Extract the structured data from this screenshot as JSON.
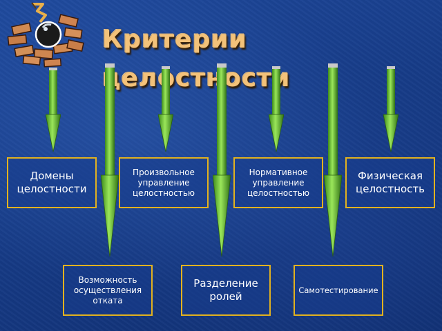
{
  "title": "Критерии целостности",
  "accent_colors": {
    "box_border": "#e3b21e",
    "arrow_green": "#7fd63a",
    "title_color": "#f3c27a",
    "background": "#173c88"
  },
  "logo": {
    "icon": "brick-wall-wrecking-ball-icon"
  },
  "criteria_top": [
    {
      "label": "Домены\nцелостности"
    },
    {
      "label": "Произвольное\nуправление\nцелостностью"
    },
    {
      "label": "Нормативное\nуправление\nцелостностью"
    },
    {
      "label": "Физическая\nцелостность"
    }
  ],
  "criteria_bottom": [
    {
      "label": "Возможность\nосуществления\nотката"
    },
    {
      "label": "Разделение\nролей"
    },
    {
      "label": "Самотестирование"
    }
  ]
}
